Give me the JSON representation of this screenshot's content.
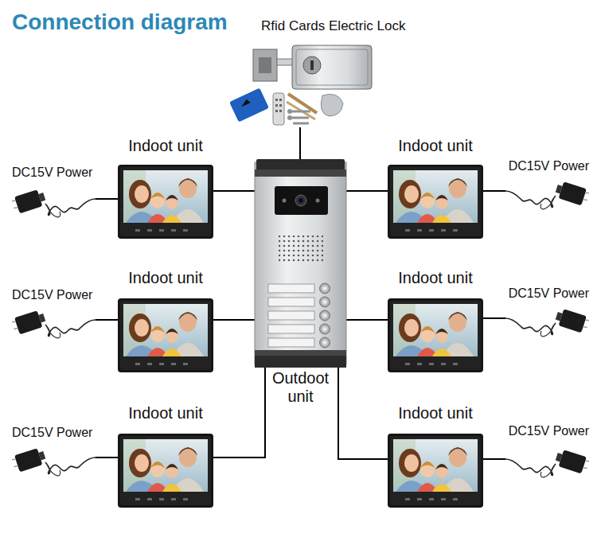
{
  "diagram": {
    "title": "Connection diagram",
    "nodes": [
      {
        "text": [
          "Rfid Cards Electric Lock"
        ]
      },
      {
        "text": [
          "Outdoot unit"
        ]
      },
      {
        "text": [
          "DC15V Power"
        ]
      },
      {
        "text": [
          "Indoot unit"
        ]
      },
      {
        "text": [
          "Indoot unit"
        ]
      },
      {
        "text": [
          "DC15V Power"
        ]
      },
      {
        "text": [
          "DC15V Power"
        ]
      },
      {
        "text": [
          "Indoot unit"
        ]
      },
      {
        "text": [
          "Indoot unit"
        ]
      },
      {
        "text": [
          "DC15V Power"
        ]
      },
      {
        "text": [
          "DC15V Power"
        ]
      },
      {
        "text": [
          "Indoot unit"
        ]
      },
      {
        "text": [
          "Indoot unit"
        ]
      },
      {
        "text": [
          "DC15V Power"
        ]
      }
    ],
    "edges": [
      {
        "from": 0,
        "to": 1,
        "arrow": "none"
      },
      {
        "from": 1,
        "to": 3,
        "arrow": "none"
      },
      {
        "from": 1,
        "to": 4,
        "arrow": "none"
      },
      {
        "from": 1,
        "to": 7,
        "arrow": "none"
      },
      {
        "from": 1,
        "to": 8,
        "arrow": "none"
      },
      {
        "from": 1,
        "to": 11,
        "arrow": "none"
      },
      {
        "from": 1,
        "to": 12,
        "arrow": "none"
      },
      {
        "from": 2,
        "to": 3,
        "arrow": "none"
      },
      {
        "from": 5,
        "to": 4,
        "arrow": "none"
      },
      {
        "from": 6,
        "to": 7,
        "arrow": "none"
      },
      {
        "from": 9,
        "to": 8,
        "arrow": "none"
      },
      {
        "from": 10,
        "to": 11,
        "arrow": "none"
      },
      {
        "from": 13,
        "to": 12,
        "arrow": "none"
      }
    ]
  }
}
